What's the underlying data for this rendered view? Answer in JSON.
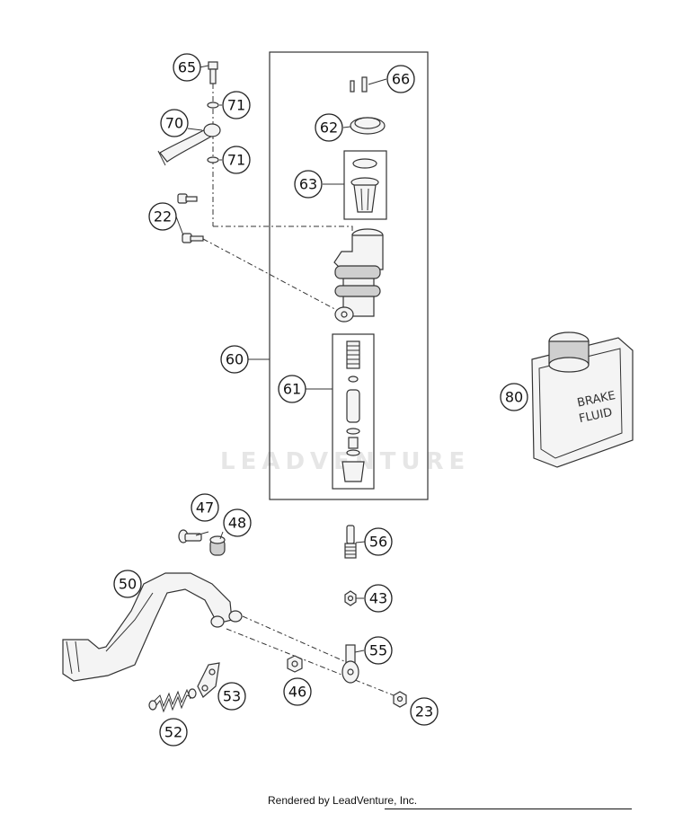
{
  "watermark": "LEADVENTURE",
  "bottle_text": [
    "BRAKE",
    "FLUID"
  ],
  "footer": "Rendered by LeadVenture, Inc.",
  "callouts": {
    "c65": "65",
    "c71a": "71",
    "c70": "70",
    "c71b": "71",
    "c22": "22",
    "c66": "66",
    "c62": "62",
    "c63": "63",
    "c60": "60",
    "c61": "61",
    "c80": "80",
    "c47": "47",
    "c48": "48",
    "c50": "50",
    "c56": "56",
    "c43": "43",
    "c55": "55",
    "c46": "46",
    "c53": "53",
    "c52": "52",
    "c23": "23"
  }
}
